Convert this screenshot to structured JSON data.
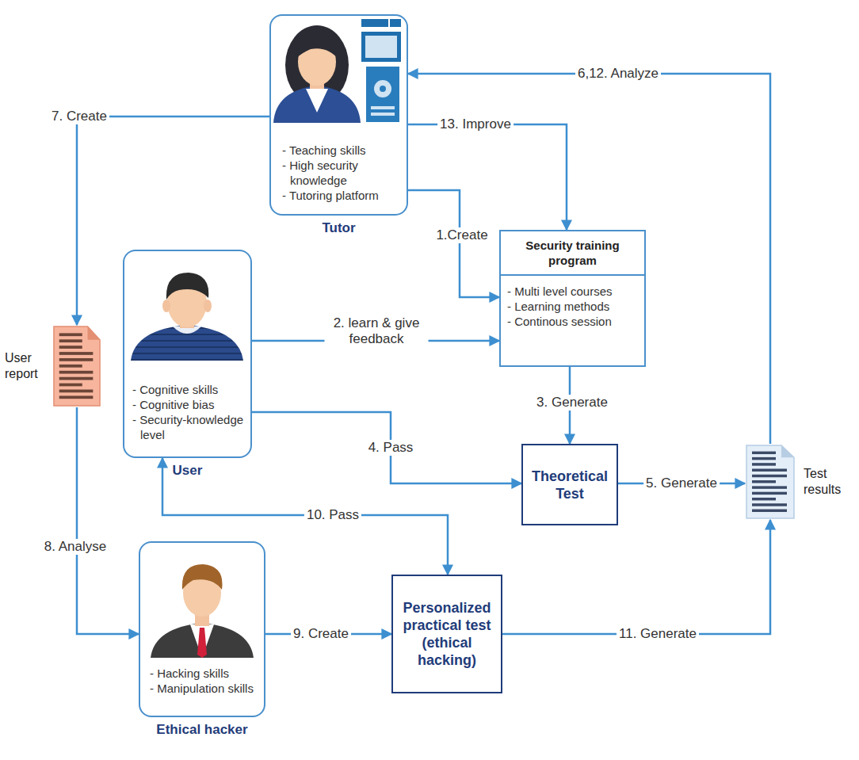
{
  "diagram": {
    "nodes": [
      {
        "text": [
          "- Teaching skills",
          "- High security knowledge",
          "- Tutoring platform",
          "Tutor"
        ]
      },
      {
        "text": [
          "Security training program",
          "- Multi level courses",
          "- Learning methods",
          "- Continous session"
        ]
      },
      {
        "text": [
          "- Cognitive skills",
          "- Cognitive bias",
          "- Security-knowledge level",
          "User"
        ]
      },
      {
        "text": [
          "User report"
        ]
      },
      {
        "text": [
          "Theoretical Test"
        ]
      },
      {
        "text": [
          "Test results"
        ]
      },
      {
        "text": [
          "Personalized practical test (ethical hacking)"
        ]
      },
      {
        "text": [
          "- Hacking skills",
          "- Manipulation skills",
          "Ethical hacker"
        ]
      }
    ],
    "edges": [
      {
        "from": 0,
        "to": 1,
        "label": "1.Create",
        "arrow": "to"
      },
      {
        "from": 2,
        "to": 1,
        "label": "2. learn & give feedback",
        "arrow": "to"
      },
      {
        "from": 1,
        "to": 4,
        "label": "3. Generate",
        "arrow": "to"
      },
      {
        "from": 2,
        "to": 4,
        "label": "4. Pass",
        "arrow": "to"
      },
      {
        "from": 4,
        "to": 5,
        "label": "5. Generate",
        "arrow": "to"
      },
      {
        "from": 5,
        "to": 0,
        "label": "6,12. Analyze",
        "arrow": "to"
      },
      {
        "from": 0,
        "to": 3,
        "label": "7. Create",
        "arrow": "to"
      },
      {
        "from": 3,
        "to": 7,
        "label": "8. Analyse",
        "arrow": "to"
      },
      {
        "from": 7,
        "to": 6,
        "label": "9. Create",
        "arrow": "to"
      },
      {
        "from": 2,
        "to": 6,
        "label": "10. Pass",
        "arrow": "both"
      },
      {
        "from": 6,
        "to": 5,
        "label": "11. Generate",
        "arrow": "to"
      },
      {
        "from": 0,
        "to": 1,
        "label": "13. Improve",
        "arrow": "to"
      }
    ]
  }
}
